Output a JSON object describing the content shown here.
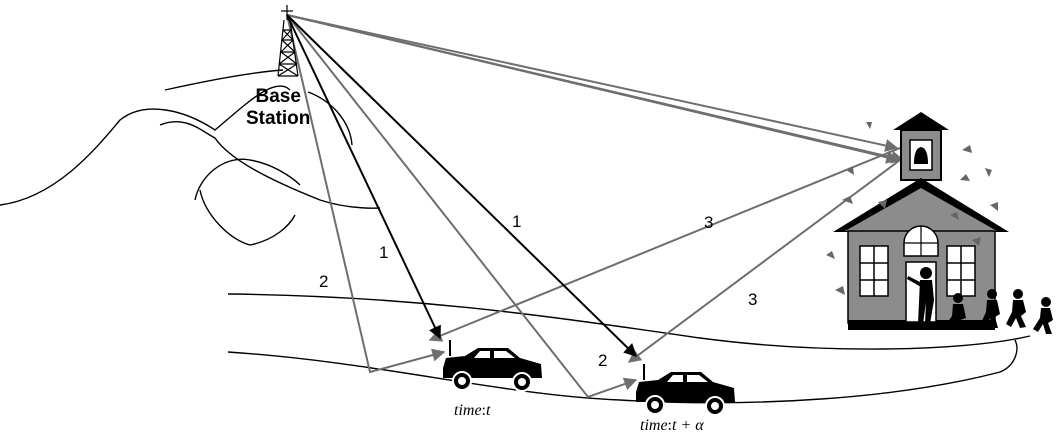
{
  "labels": {
    "station_line1": "Base",
    "station_line2": "Station",
    "car1_prefix": "time",
    "car1_var": "t",
    "car2_prefix": "time",
    "car2_expr": "t + α"
  },
  "path_numbers": [
    "1",
    "2",
    "1",
    "2",
    "3",
    "3"
  ],
  "colors": {
    "direct": "#000000",
    "reflected": "#6e6e6e",
    "building": "#8c8c8c",
    "sky": "#ffffff"
  },
  "icons": [
    "antenna-tower-icon",
    "car-icon",
    "car-icon",
    "schoolhouse-icon",
    "bell-icon",
    "leaf-icon",
    "person-icon"
  ]
}
